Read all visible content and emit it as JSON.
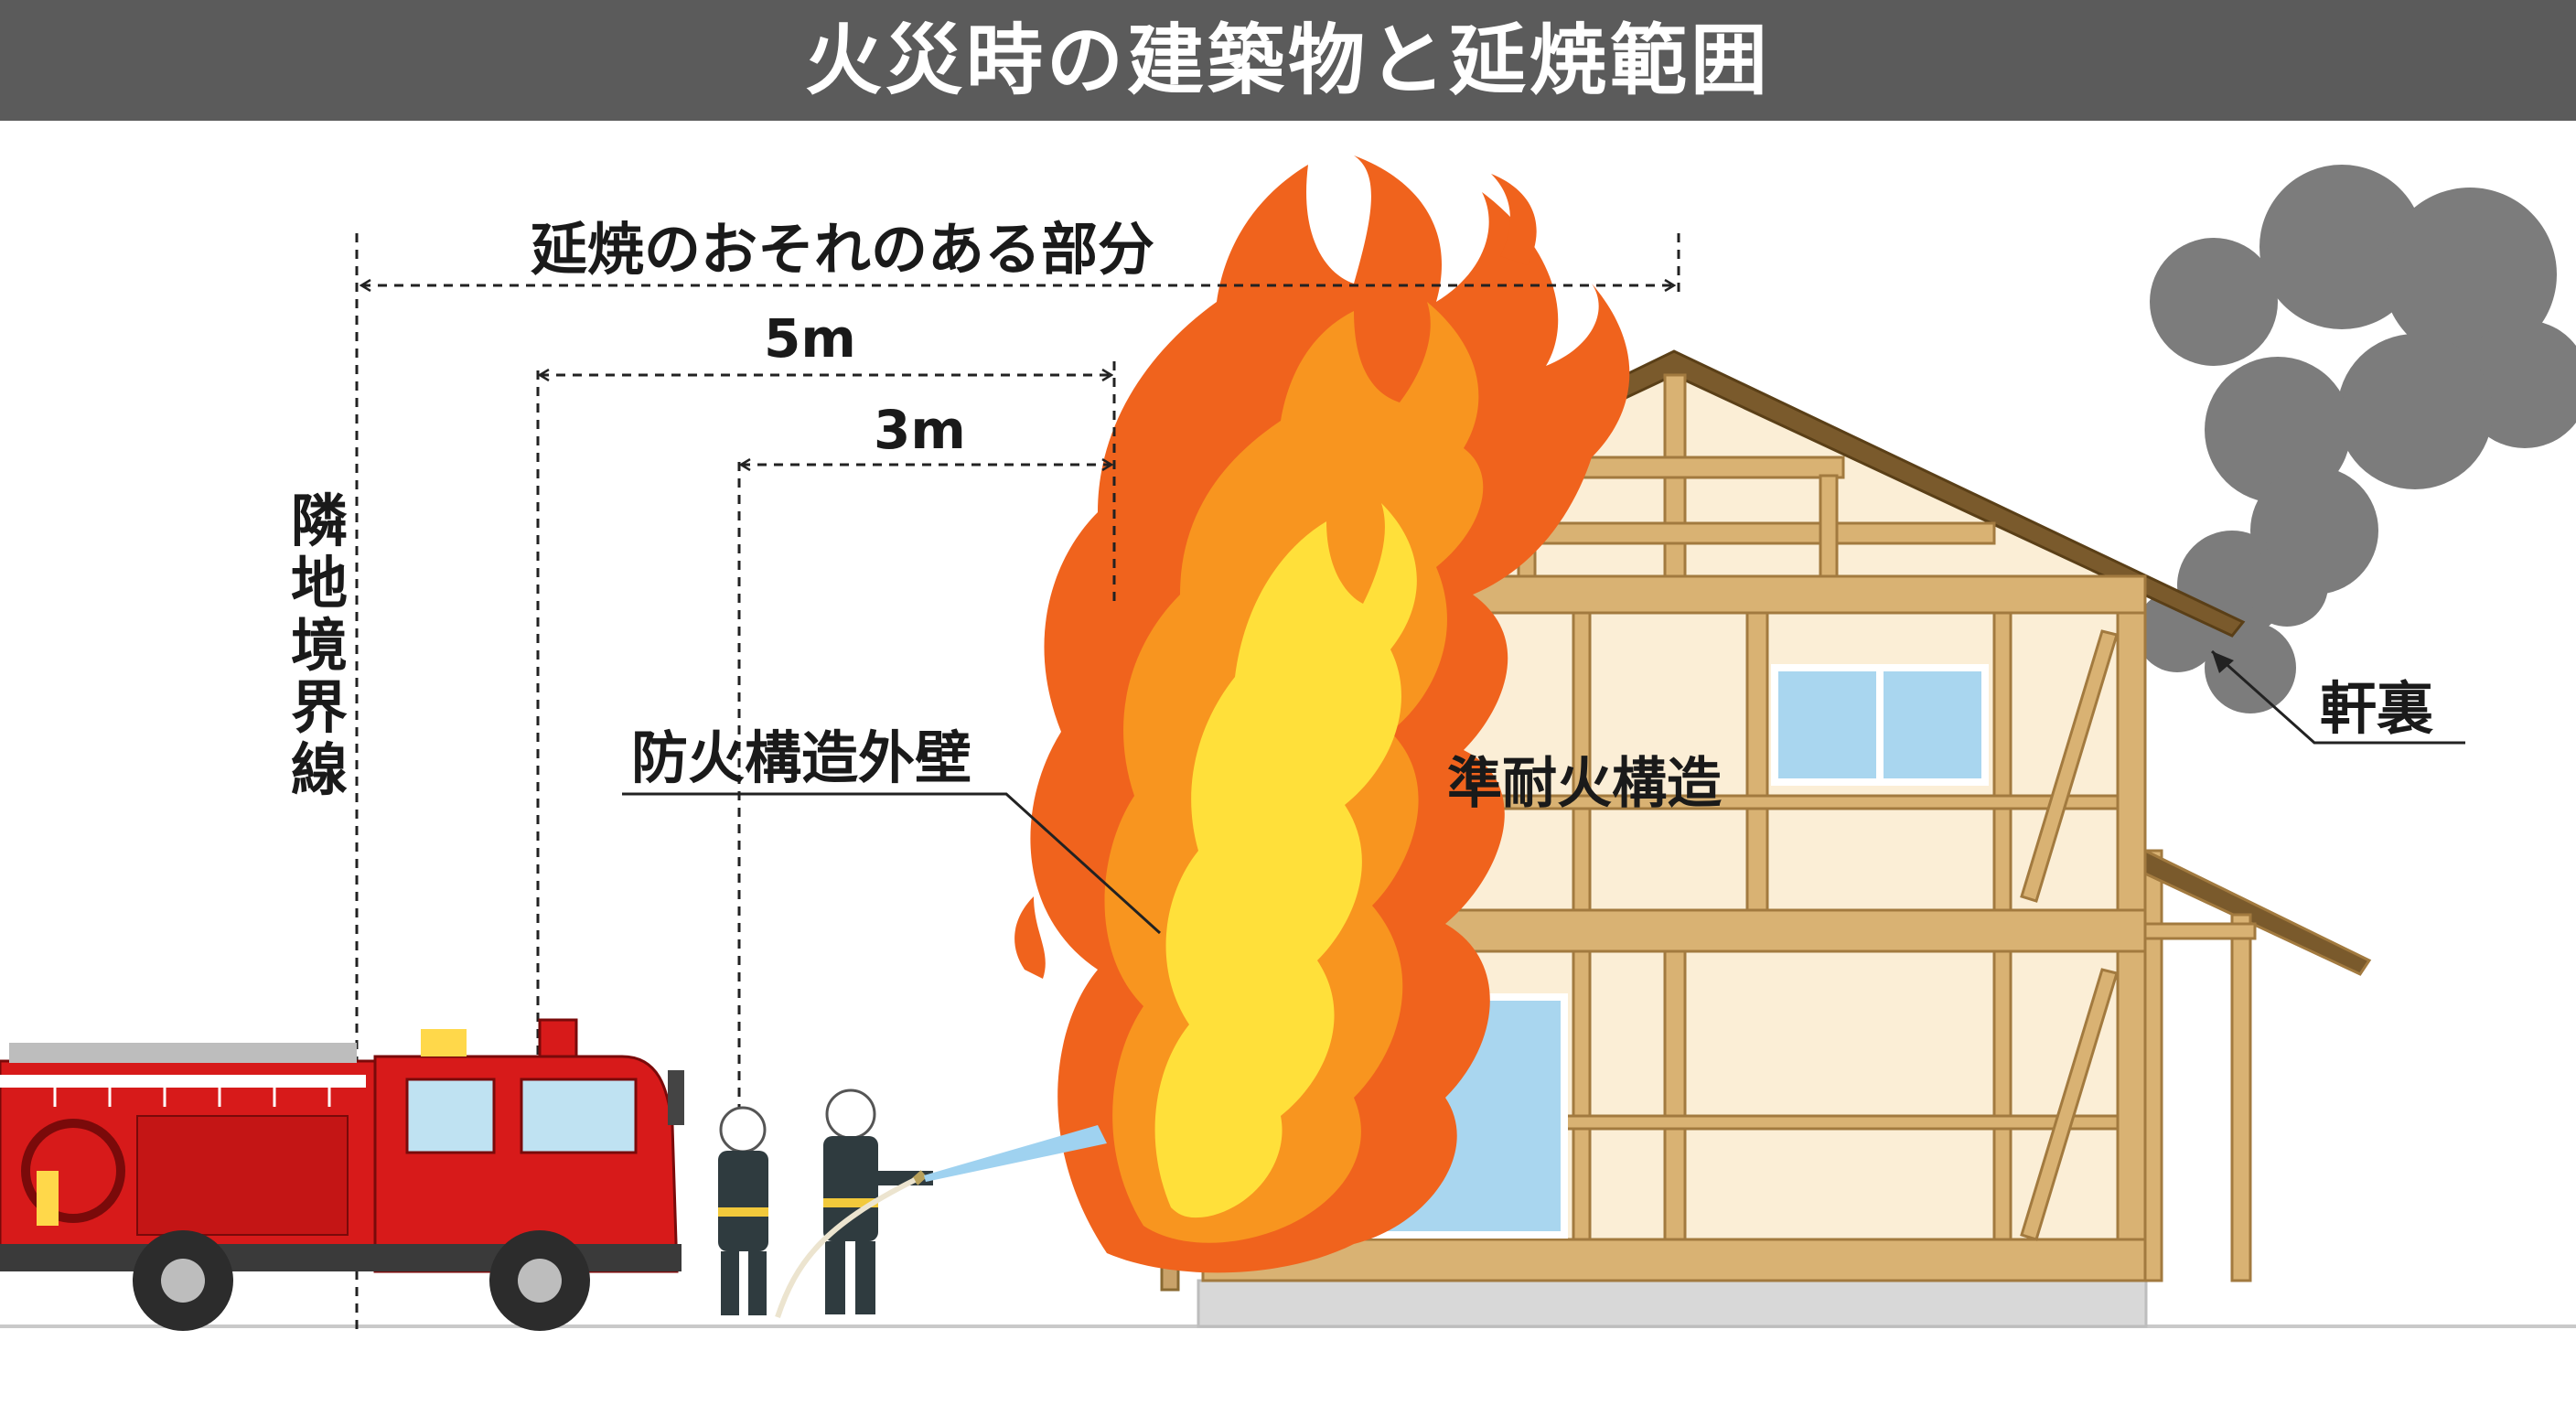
{
  "title": "火災時の建築物と延焼範囲",
  "labels": {
    "spread_area": "延焼のおそれのある部分",
    "dist_5m": "5m",
    "dist_3m": "3m",
    "boundary_line": "隣地境界線",
    "fireproof_wall": "防火構造外壁",
    "quasi_fireproof": "準耐火構造",
    "eaves_soffit": "軒裏"
  },
  "colors": {
    "title_bar": "#5b5b5b",
    "timber": "#d9b273",
    "wall_infill": "#fbeed6",
    "window_glass": "#a9d6ef",
    "flame_outer": "#f0631d",
    "flame_mid": "#f8951f",
    "flame_inner": "#ffe03a",
    "smoke": "#7c7c7c",
    "fire_truck": "#d71a1a"
  },
  "icons": {
    "fire": "flame-icon",
    "smoke": "smoke-cloud-icon",
    "truck": "fire-truck-icon",
    "firefighter": "firefighter-icon"
  }
}
